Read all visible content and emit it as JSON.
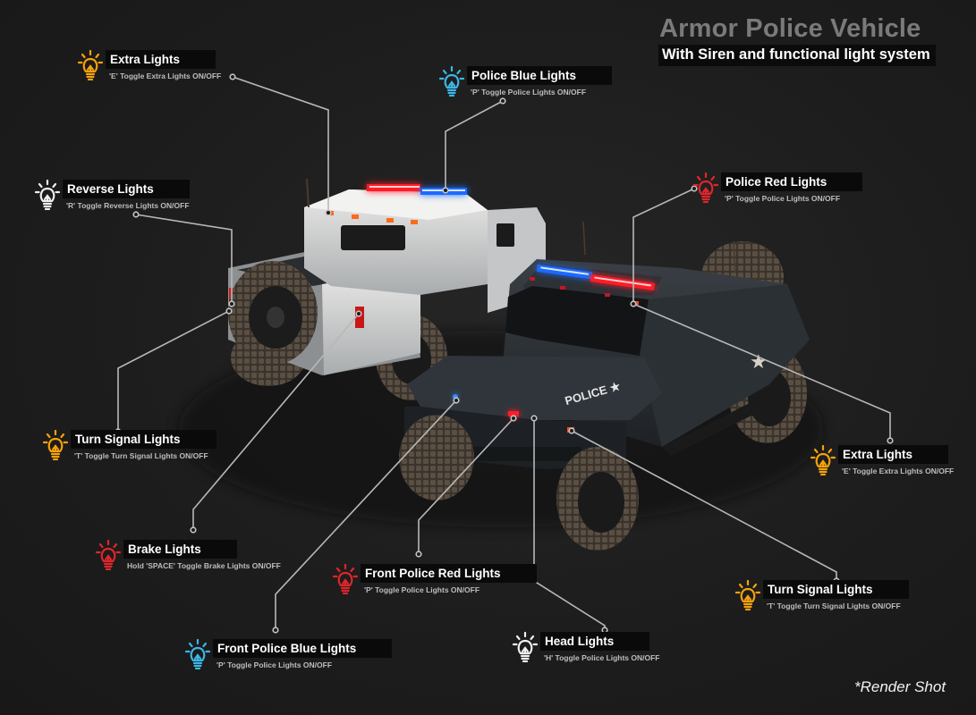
{
  "header": {
    "title": "Armor Police Vehicle",
    "subtitle": "With Siren and functional light system"
  },
  "footer": {
    "note": "*Render Shot"
  },
  "colors": {
    "background": "#1d1d1d",
    "orange": "#f5a20b",
    "blue": "#3cb6e6",
    "red": "#e0262a",
    "white": "#f0f0f0",
    "leader_line": "#b8b8b8"
  },
  "vehicles": [
    {
      "name": "white-armored-pickup",
      "body_color": "#d8d8d8",
      "lightbar": [
        "red",
        "blue"
      ]
    },
    {
      "name": "black-police-armored-pickup",
      "body_color": "#2a2e33",
      "hood_text": "POLICE",
      "lightbar": [
        "blue",
        "red"
      ]
    }
  ],
  "callouts": [
    {
      "id": "extra-lights-top",
      "icon": "lightbulb-icon",
      "color": "orange",
      "label": "Extra Lights",
      "desc": "'E' Toggle Extra Lights ON/OFF"
    },
    {
      "id": "police-blue-lights",
      "icon": "lightbulb-icon",
      "color": "blue",
      "label": "Police Blue Lights",
      "desc": "'P' Toggle Police Lights ON/OFF"
    },
    {
      "id": "reverse-lights",
      "icon": "lightbulb-icon",
      "color": "white",
      "label": "Reverse Lights",
      "desc": "'R' Toggle Reverse Lights ON/OFF"
    },
    {
      "id": "police-red-lights",
      "icon": "lightbulb-icon",
      "color": "red",
      "label": "Police Red Lights",
      "desc": "'P' Toggle Police Lights ON/OFF"
    },
    {
      "id": "turn-signal-left",
      "icon": "lightbulb-icon",
      "color": "orange",
      "label": "Turn Signal Lights",
      "desc": "'T' Toggle Turn Signal Lights ON/OFF"
    },
    {
      "id": "extra-lights-right",
      "icon": "lightbulb-icon",
      "color": "orange",
      "label": "Extra Lights",
      "desc": "'E' Toggle Extra Lights ON/OFF"
    },
    {
      "id": "brake-lights",
      "icon": "lightbulb-icon",
      "color": "red",
      "label": "Brake Lights",
      "desc": "Hold 'SPACE' Toggle Brake Lights ON/OFF"
    },
    {
      "id": "front-police-red",
      "icon": "lightbulb-icon",
      "color": "red",
      "label": "Front Police Red Lights",
      "desc": "'P' Toggle Police Lights ON/OFF"
    },
    {
      "id": "turn-signal-right",
      "icon": "lightbulb-icon",
      "color": "orange",
      "label": "Turn Signal Lights",
      "desc": "'T' Toggle Turn Signal Lights ON/OFF"
    },
    {
      "id": "front-police-blue",
      "icon": "lightbulb-icon",
      "color": "blue",
      "label": "Front Police Blue Lights",
      "desc": "'P' Toggle Police Lights ON/OFF"
    },
    {
      "id": "head-lights",
      "icon": "lightbulb-icon",
      "color": "white",
      "label": "Head Lights",
      "desc": "'H' Toggle Police Lights ON/OFF"
    }
  ]
}
